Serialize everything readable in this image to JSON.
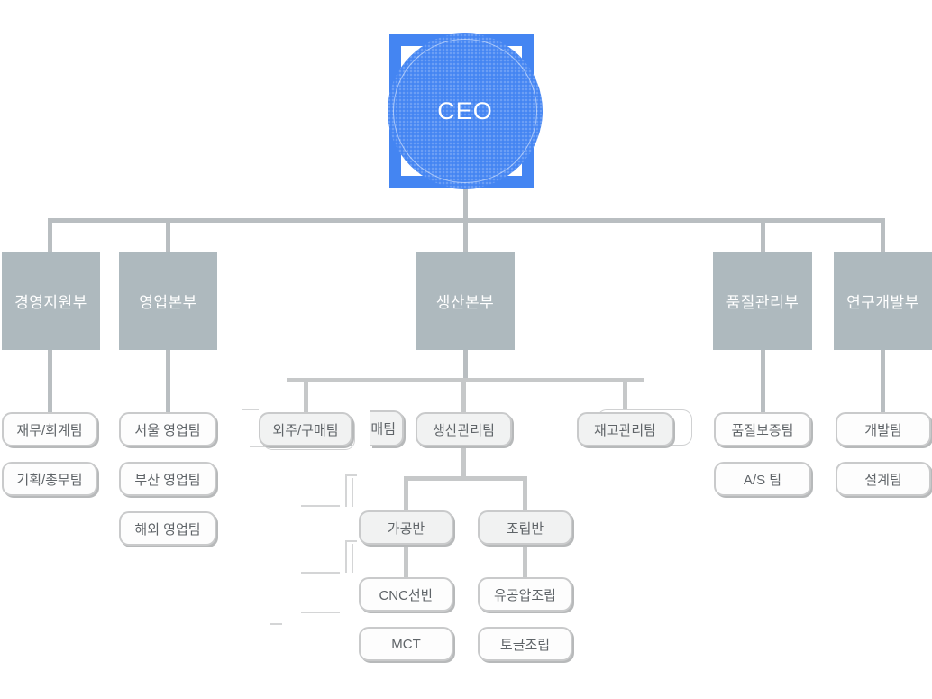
{
  "org": {
    "ceo": "CEO",
    "departments": [
      {
        "label": "경영지원부",
        "teams": [
          "재무/회계팀",
          "기획/총무팀"
        ]
      },
      {
        "label": "영업본부",
        "teams": [
          "서울 영업팀",
          "부산 영업팀",
          "해외 영업팀"
        ]
      },
      {
        "label": "생산본부",
        "teams": [
          "외주/구매팀",
          "생산관리팀",
          "재고관리팀"
        ]
      },
      {
        "label": "품질관리부",
        "teams": [
          "품질보증팀",
          "A/S 팀"
        ]
      },
      {
        "label": "연구개발부",
        "teams": [
          "개발팀",
          "설계팀"
        ]
      }
    ],
    "production_groups": [
      {
        "label": "가공반",
        "teams": [
          "CNC선반",
          "MCT"
        ]
      },
      {
        "label": "조립반",
        "teams": [
          "유공압조립",
          "토글조립"
        ]
      }
    ],
    "clipped_fragment": "구매팀"
  },
  "colors": {
    "accent_blue": "#4485f2",
    "department_gray": "#aeb9be",
    "connector_gray": "#b9bec1",
    "leaf_border": "#c9cacb",
    "leaf_text": "#5f6468"
  }
}
